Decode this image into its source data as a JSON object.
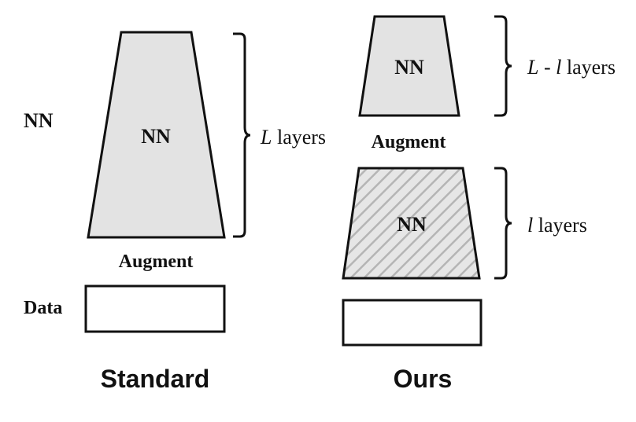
{
  "side_label": "NN",
  "row_label_data": "Data",
  "standard": {
    "caption": "Standard",
    "block_label": "NN",
    "augment_label": "Augment",
    "brace_label_italic": "L",
    "brace_label_rest": " layers"
  },
  "ours": {
    "caption": "Ours",
    "top_block_label": "NN",
    "top_brace_italic_a": "L",
    "top_brace_mid": " - ",
    "top_brace_italic_b": "l",
    "top_brace_rest": " layers",
    "augment_label": "Augment",
    "bottom_block_label": "NN",
    "bottom_brace_italic": "l",
    "bottom_brace_rest": " layers"
  },
  "colors": {
    "block_fill": "#e3e3e3",
    "hatch_line": "#bcbcbc",
    "stroke": "#111111"
  }
}
